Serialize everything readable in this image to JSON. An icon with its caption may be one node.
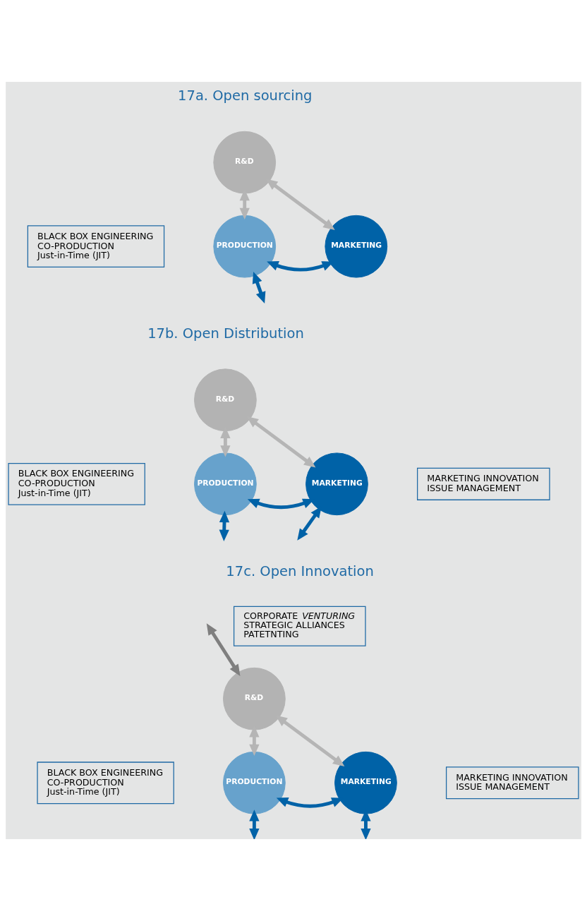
{
  "diagram": {
    "nodes": [
      {
        "text": [
          "R&D"
        ]
      },
      {
        "text": [
          "PRODUCTION"
        ]
      },
      {
        "text": [
          "MARKETING"
        ]
      },
      {
        "text": [
          "BLACK BOX ENGINEERING",
          "CO-PRODUCTION",
          "Just-in-Time (JIT)"
        ]
      },
      {
        "text": [
          "R&D"
        ]
      },
      {
        "text": [
          "PRODUCTION"
        ]
      },
      {
        "text": [
          "MARKETING"
        ]
      },
      {
        "text": [
          "BLACK BOX ENGINEERING",
          "CO-PRODUCTION",
          "Just-in-Time (JIT)"
        ]
      },
      {
        "text": [
          "MARKETING INNOVATION",
          "ISSUE MANAGEMENT"
        ]
      },
      {
        "text": [
          "CORPORATE *VENTURING*",
          "STRATEGIC ALLIANCES",
          "PATETNTING"
        ]
      },
      {
        "text": [
          "R&D"
        ]
      },
      {
        "text": [
          "PRODUCTION"
        ]
      },
      {
        "text": [
          "MARKETING"
        ]
      },
      {
        "text": [
          "BLACK BOX ENGINEERING",
          "CO-PRODUCTION",
          "Just-in-Time (JIT)"
        ]
      },
      {
        "text": [
          "MARKETING INNOVATION",
          "ISSUE MANAGEMENT"
        ]
      }
    ],
    "edges": [
      {
        "from": 1,
        "to": 0,
        "arrow": "both",
        "color": "#b5b5b5"
      },
      {
        "from": 2,
        "to": 0,
        "arrow": "both",
        "color": "#b5b5b5"
      },
      {
        "from": 1,
        "to": 2,
        "arrow": "both"
      },
      {
        "from": 1,
        "to": null,
        "arrow": "both"
      },
      {
        "from": 5,
        "to": 4,
        "arrow": "both",
        "color": "#b5b5b5"
      },
      {
        "from": 6,
        "to": 4,
        "arrow": "both",
        "color": "#b5b5b5"
      },
      {
        "from": 5,
        "to": 6,
        "arrow": "both"
      },
      {
        "from": 5,
        "to": null,
        "arrow": "both"
      },
      {
        "from": 6,
        "to": null,
        "arrow": "both"
      },
      {
        "from": null,
        "to": 10,
        "arrow": "both",
        "color": "#7f7f7f"
      },
      {
        "from": 11,
        "to": 10,
        "arrow": "both",
        "color": "#b5b5b5"
      },
      {
        "from": 12,
        "to": 10,
        "arrow": "both",
        "color": "#b5b5b5"
      },
      {
        "from": 11,
        "to": 12,
        "arrow": "both"
      },
      {
        "from": 11,
        "to": null,
        "arrow": "both"
      },
      {
        "from": 12,
        "to": null,
        "arrow": "both"
      }
    ],
    "labels": [
      "17a. Open sourcing",
      "17b. Open Distribution",
      "17c. Open Innovation"
    ]
  }
}
